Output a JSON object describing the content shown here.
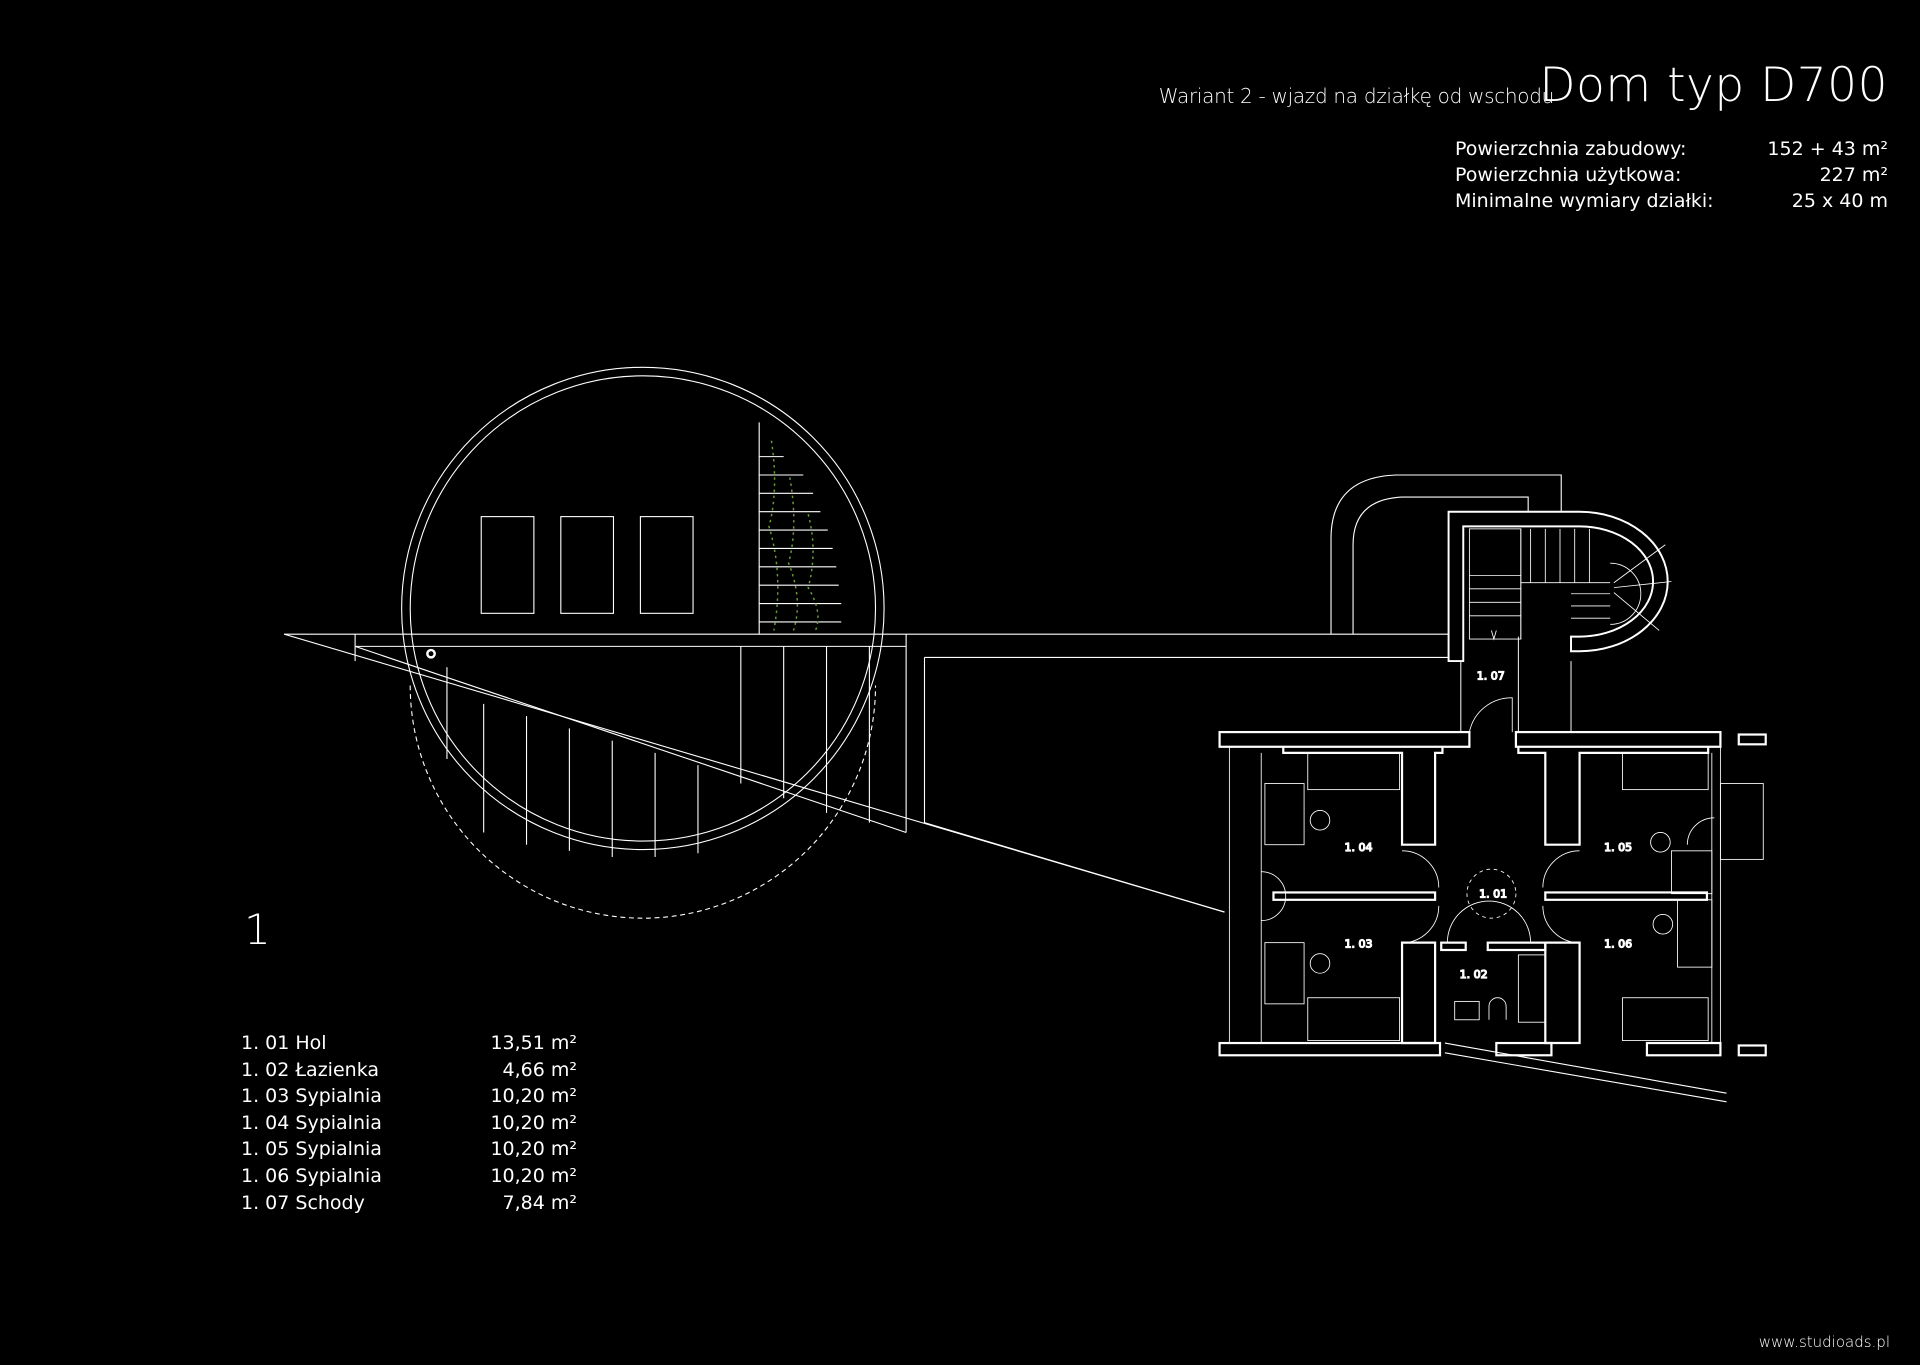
{
  "header": {
    "variant": "Wariant 2 - wjazd na działkę od wschodu",
    "title": "Dom typ D700"
  },
  "specs": [
    {
      "label": "Powierzchnia zabudowy:",
      "value": "152 + 43 m²"
    },
    {
      "label": "Powierzchnia użytkowa:",
      "value": "227 m²"
    },
    {
      "label": "Minimalne wymiary działki:",
      "value": "25 x 40 m"
    }
  ],
  "level": "1",
  "rooms": [
    {
      "name": "1. 01 Hol",
      "area": "13,51 m²"
    },
    {
      "name": "1. 02 Łazienka",
      "area": "4,66 m²"
    },
    {
      "name": "1. 03 Sypialnia",
      "area": "10,20 m²"
    },
    {
      "name": "1. 04 Sypialnia",
      "area": "10,20 m²"
    },
    {
      "name": "1. 05 Sypialnia",
      "area": "10,20 m²"
    },
    {
      "name": "1. 06 Sypialnia",
      "area": "10,20 m²"
    },
    {
      "name": "1. 07 Schody",
      "area": "7,84 m²"
    }
  ],
  "plan_labels": {
    "r01": "1. 01",
    "r02": "1. 02",
    "r03": "1. 03",
    "r04": "1. 04",
    "r05": "1. 05",
    "r06": "1. 06",
    "r07": "1. 07"
  },
  "website": "www.studioads.pl",
  "colors": {
    "background": "#000000",
    "line": "#ffffff",
    "plants": "#6a9a3a"
  }
}
